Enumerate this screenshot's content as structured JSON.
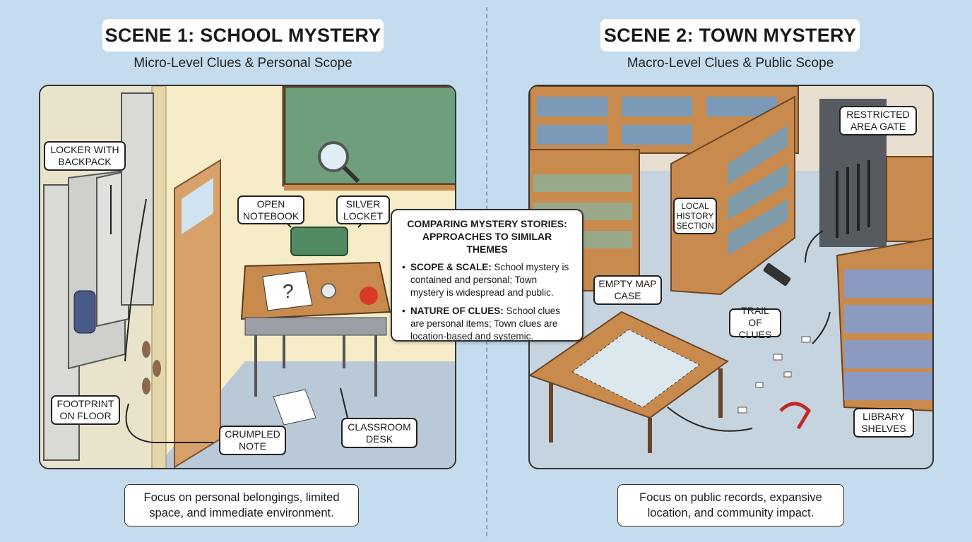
{
  "scene1": {
    "title": "SCENE 1: SCHOOL MYSTERY",
    "subtitle": "Micro-Level Clues & Personal Scope",
    "labels": {
      "locker": "LOCKER WITH BACKPACK",
      "notebook": "OPEN NOTEBOOK",
      "locket": "SILVER LOCKET",
      "footprint": "FOOTPRINT ON FLOOR",
      "note": "CRUMPLED NOTE",
      "desk": "CLASSROOM DESK"
    },
    "footer": "Focus on personal belongings, limited space, and immediate environment."
  },
  "scene2": {
    "title": "SCENE 2: TOWN MYSTERY",
    "subtitle": "Macro-Level Clues & Public Scope",
    "labels": {
      "map_case": "EMPTY MAP CASE",
      "history": "LOCAL HISTORY SECTION",
      "gate": "RESTRICTED AREA GATE",
      "trail": "TRAIL OF CLUES",
      "shelves": "LIBRARY SHELVES"
    },
    "footer": "Focus on public records, expansive location, and community impact."
  },
  "comparison": {
    "title": "COMPARING MYSTERY STORIES: APPROACHES TO SIMILAR THEMES",
    "points": [
      {
        "heading": "SCOPE & SCALE:",
        "text": " School mystery is contained and personal; Town mystery is widespread and public."
      },
      {
        "heading": "NATURE OF CLUES:",
        "text": " School clues are personal items; Town clues are location-based and systemic."
      }
    ]
  },
  "colors": {
    "background": "#c4dcee",
    "wall": "#f6ecc8",
    "floor": "#b9c9d8",
    "chalkboard": "#6f9e7c",
    "wood": "#c98a4e",
    "locker": "#d9d9d6"
  }
}
